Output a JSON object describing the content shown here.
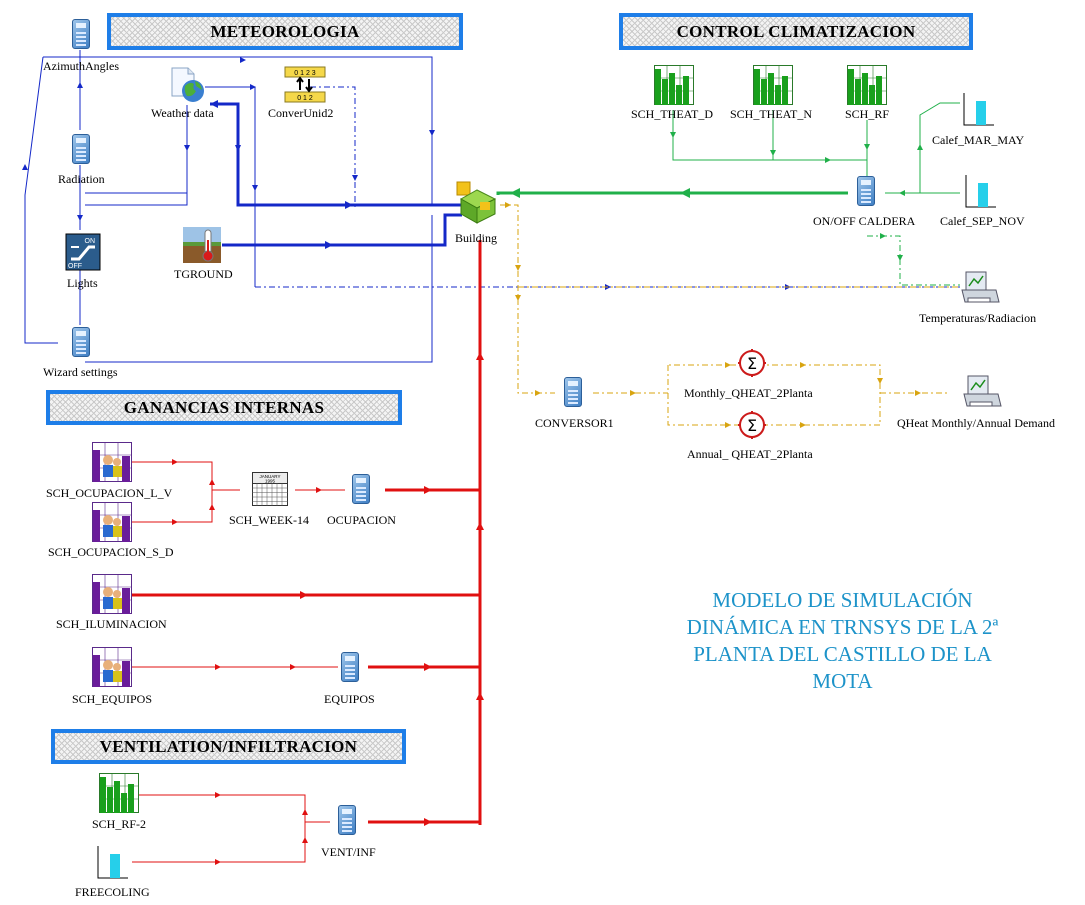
{
  "sections": {
    "meteorologia": "METEOROLOGIA",
    "control": "CONTROL CLIMATIZACION",
    "ganancias": "GANANCIAS INTERNAS",
    "ventilation": "VENTILATION/INFILTRACION"
  },
  "components": {
    "azimuth": "AzimuthAngles",
    "weather": "Weather data",
    "converunid": "ConverUnid2",
    "radiation": "Radiation",
    "lights": "Lights",
    "tground": "TGROUND",
    "wizard": "Wizard settings",
    "building": "Building",
    "sch_theat_d": "SCH_THEAT_D",
    "sch_theat_n": "SCH_THEAT_N",
    "sch_rf": "SCH_RF",
    "calef_mar_may": "Calef_MAR_MAY",
    "calef_sep_nov": "Calef_SEP_NOV",
    "onoff_caldera": "ON/OFF CALDERA",
    "temperaturas": "Temperaturas/Radiacion",
    "conversor1": "CONVERSOR1",
    "monthly_qheat": "Monthly_QHEAT_2Planta",
    "annual_qheat": "Annual_ QHEAT_2Planta",
    "qheat_printer": "QHeat Monthly/Annual  Demand",
    "sch_ocup_lv": "SCH_OCUPACION_L_V",
    "sch_ocup_sd": "SCH_OCUPACION_S_D",
    "sch_week": "SCH_WEEK-14",
    "ocupacion": "OCUPACION",
    "sch_ilum": "SCH_ILUMINACION",
    "sch_equipos": "SCH_EQUIPOS",
    "equipos": "EQUIPOS",
    "sch_rf2": "SCH_RF-2",
    "vent_inf": "VENT/INF",
    "freecoling": "FREECOLING"
  },
  "icon_glyphs": {
    "calendar_month": "JANUARY",
    "calendar_year": "1995",
    "toggle_on": "ON",
    "toggle_off": "OFF",
    "sum": "Σ",
    "ruler_top": "0 1 2 3",
    "ruler_bottom": "0   1   2"
  },
  "title": [
    "MODELO DE SIMULACIÓN",
    "DINÁMICA EN TRNSYS DE LA 2ª",
    "PLANTA  DEL CASTILLO DE LA",
    "MOTA"
  ],
  "colors": {
    "header_border": "#1e7ee8",
    "blue_link": "#1428c8",
    "red_link": "#e01010",
    "green_link": "#20b04a",
    "gold_link": "#d8a410",
    "title_color": "#1d93c9"
  }
}
